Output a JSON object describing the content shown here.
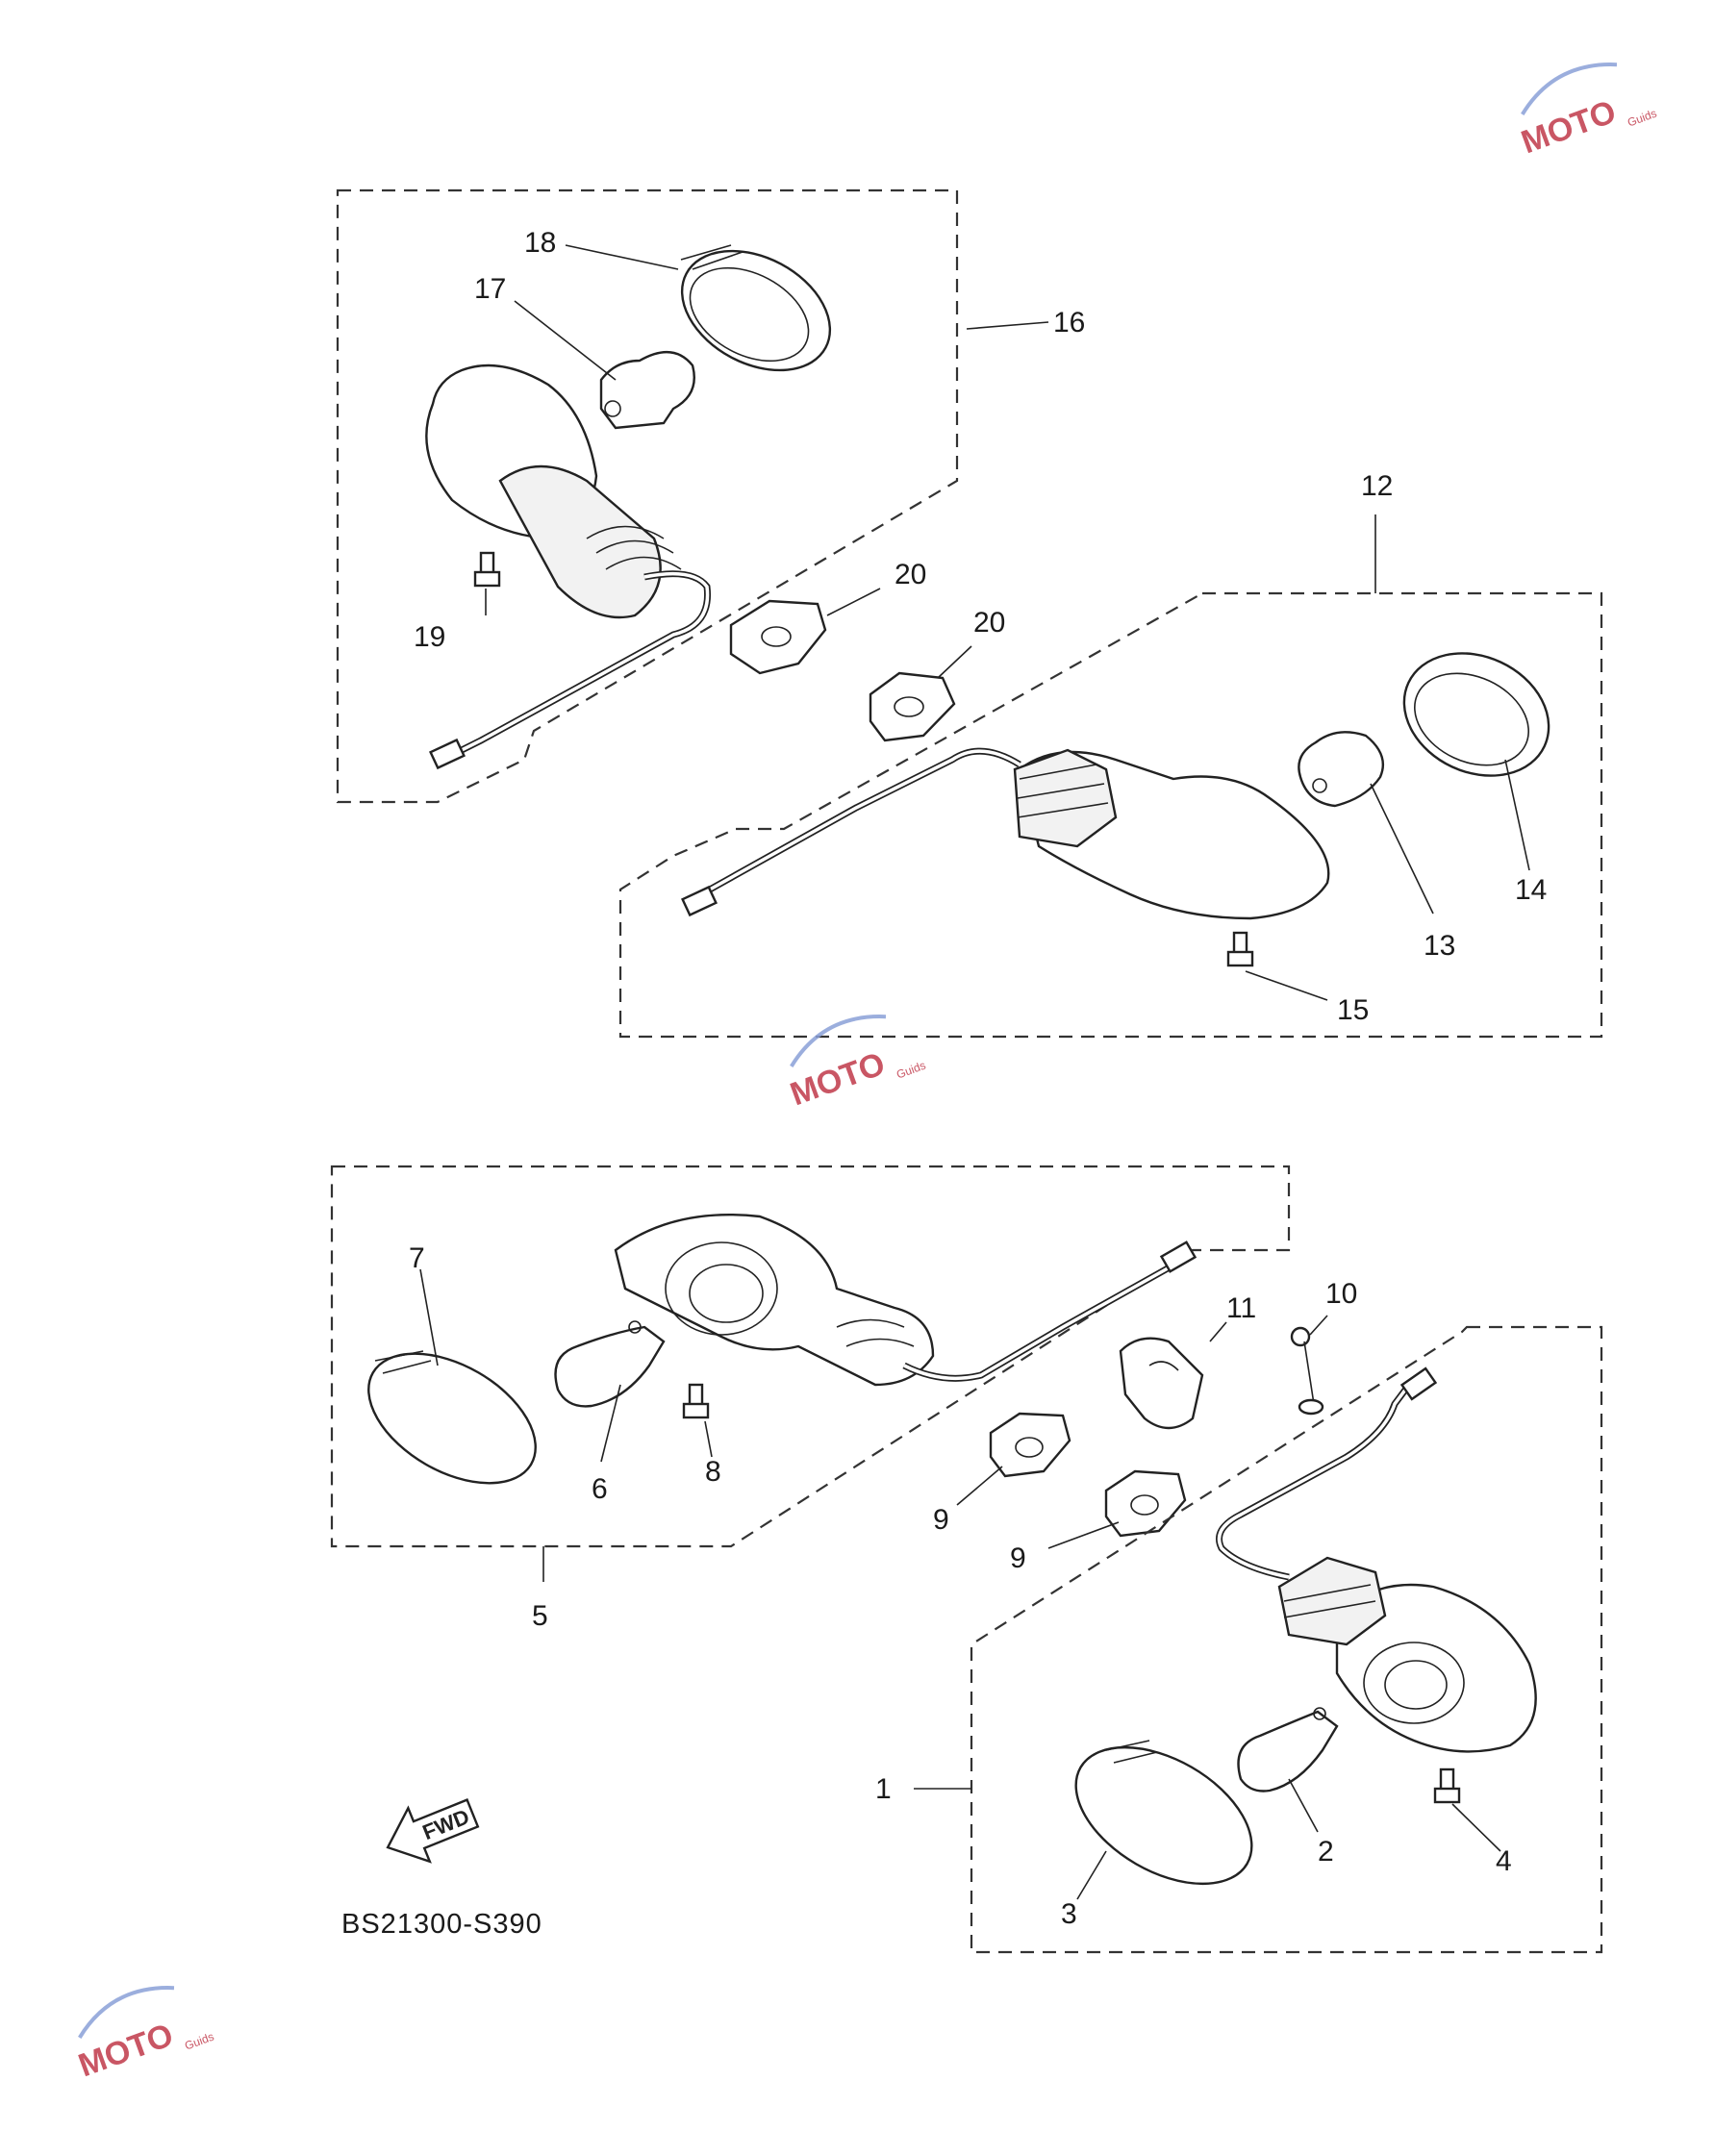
{
  "diagram_code": "BS21300-S390",
  "forward_arrow_label": "FWD",
  "watermark": {
    "text": "MOTO",
    "sub": "Guids",
    "color": "#c0394a"
  },
  "callouts": {
    "c1": "1",
    "c2": "2",
    "c3": "3",
    "c4": "4",
    "c5": "5",
    "c6": "6",
    "c7": "7",
    "c8": "8",
    "c9a": "9",
    "c9b": "9",
    "c10": "10",
    "c11": "11",
    "c12": "12",
    "c13": "13",
    "c14": "14",
    "c15": "15",
    "c16": "16",
    "c17": "17",
    "c18": "18",
    "c19": "19",
    "c20a": "20",
    "c20b": "20"
  }
}
